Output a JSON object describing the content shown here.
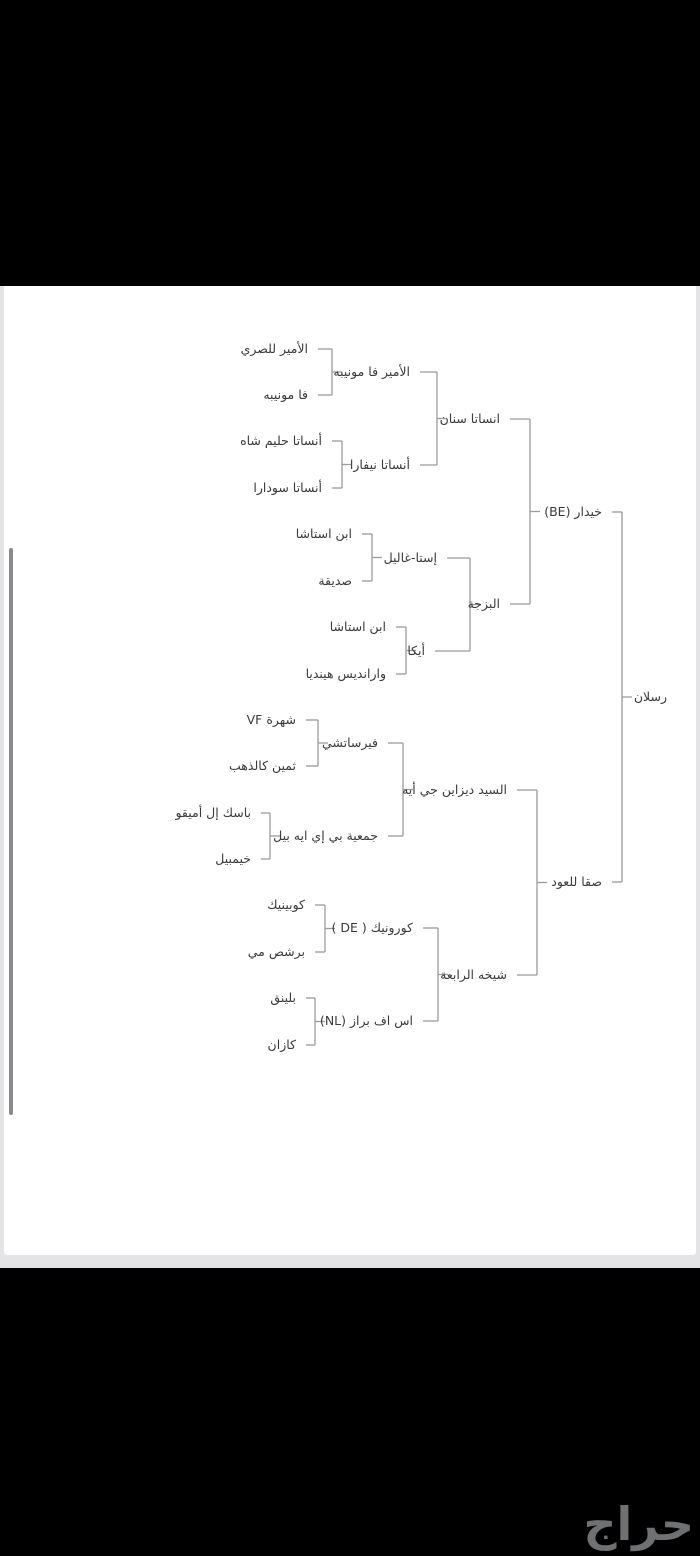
{
  "pedigree": {
    "gen0": [
      "رسلان"
    ],
    "gen1": [
      "خيدار (BE)",
      "صقا للعود"
    ],
    "gen2": [
      "انساتا سنان",
      "البزجة",
      "السيد ديزاين جي أيه",
      "شيخه الرابعة"
    ],
    "gen3": [
      "الأمير فا مونيبه",
      "أنساتا نيفارا",
      "إستا-غاليل",
      "أيكا",
      "فيرساتشي",
      "جمعية بي إي ايه بيل",
      "كورونيك ( DE )",
      "اس اف براز (NL)"
    ],
    "gen4": [
      "الأمير للصري",
      "فا مونيبه",
      "أنساتا حليم شاه",
      "أنساتا سودارا",
      "ابن استاشا",
      "صديقة",
      "ابن استاشا",
      "وارانديس هينديا",
      "شهرة VF",
      "ثمين كالذهب",
      "باسك إل أميقو",
      "خيمبيل",
      "كوبينيك",
      "برشص مي",
      "بلينق",
      "كازان"
    ]
  },
  "watermark": "حراج",
  "colors": {
    "line": "#9a9a9a",
    "text": "#3a3a3a",
    "background": "#000000",
    "panel": "#ffffff"
  }
}
